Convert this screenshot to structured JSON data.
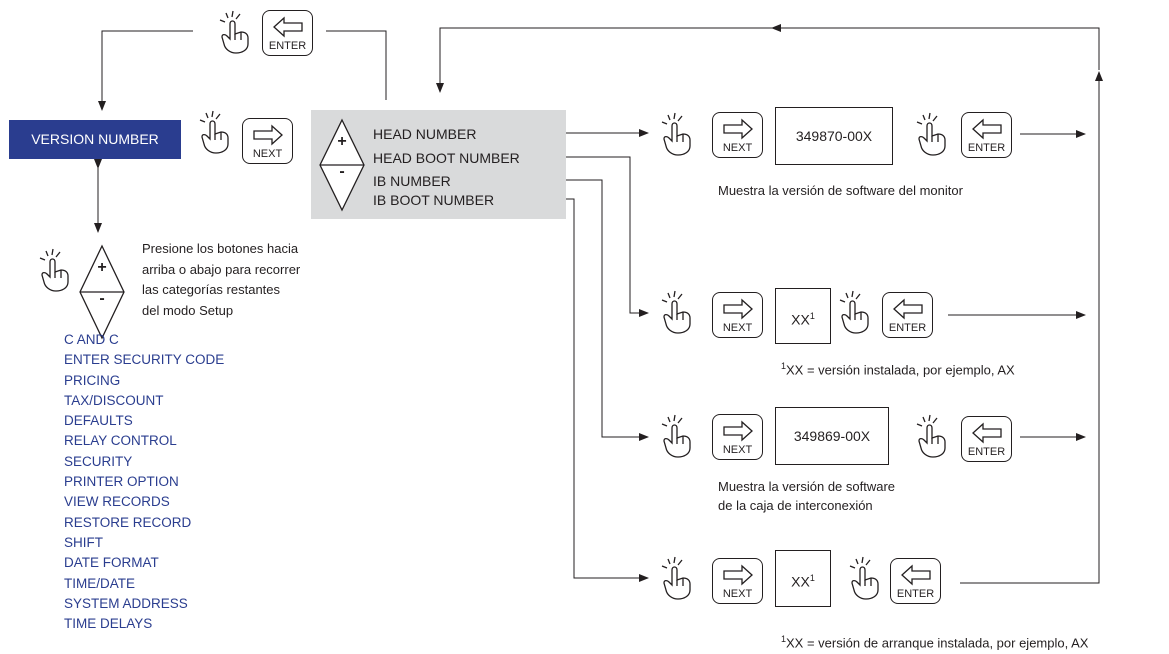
{
  "title": "VERSION NUMBER",
  "keys": {
    "next": "NEXT",
    "enter": "ENTER",
    "plus": "+",
    "minus": "-"
  },
  "menu": [
    "HEAD NUMBER",
    "HEAD BOOT NUMBER",
    "IB NUMBER",
    "IB BOOT NUMBER"
  ],
  "rows": [
    {
      "value": "349870-00X",
      "note": "Muestra la versión de software del monitor"
    },
    {
      "value": "XX",
      "sup": "1",
      "note_sup": "1",
      "note": "XX = versión instalada, por ejemplo, AX"
    },
    {
      "value": "349869-00X",
      "note_line1": "Muestra la versión de software",
      "note_line2": "de la caja de interconexión"
    },
    {
      "value": "XX",
      "sup": "1",
      "note_sup": "1",
      "note": "XX = versión de arranque instalada, por ejemplo, AX"
    }
  ],
  "scroll_note": [
    "Presione los botones hacia",
    "arriba o abajo para recorrer",
    "las categorías restantes",
    "del modo Setup"
  ],
  "categories": [
    "C AND C",
    "ENTER SECURITY CODE",
    "PRICING",
    "TAX/DISCOUNT",
    "DEFAULTS",
    "RELAY CONTROL",
    "SECURITY",
    "PRINTER OPTION",
    "VIEW RECORDS",
    "RESTORE RECORD",
    "SHIFT",
    "DATE FORMAT",
    "TIME/DATE",
    "SYSTEM ADDRESS",
    "TIME DELAYS"
  ],
  "colors": {
    "accent": "#2a3d8f",
    "panel": "#d9dadb",
    "line": "#231f20"
  },
  "icons": [
    "finger-press-icon",
    "next-arrow-icon",
    "enter-arrow-icon"
  ]
}
